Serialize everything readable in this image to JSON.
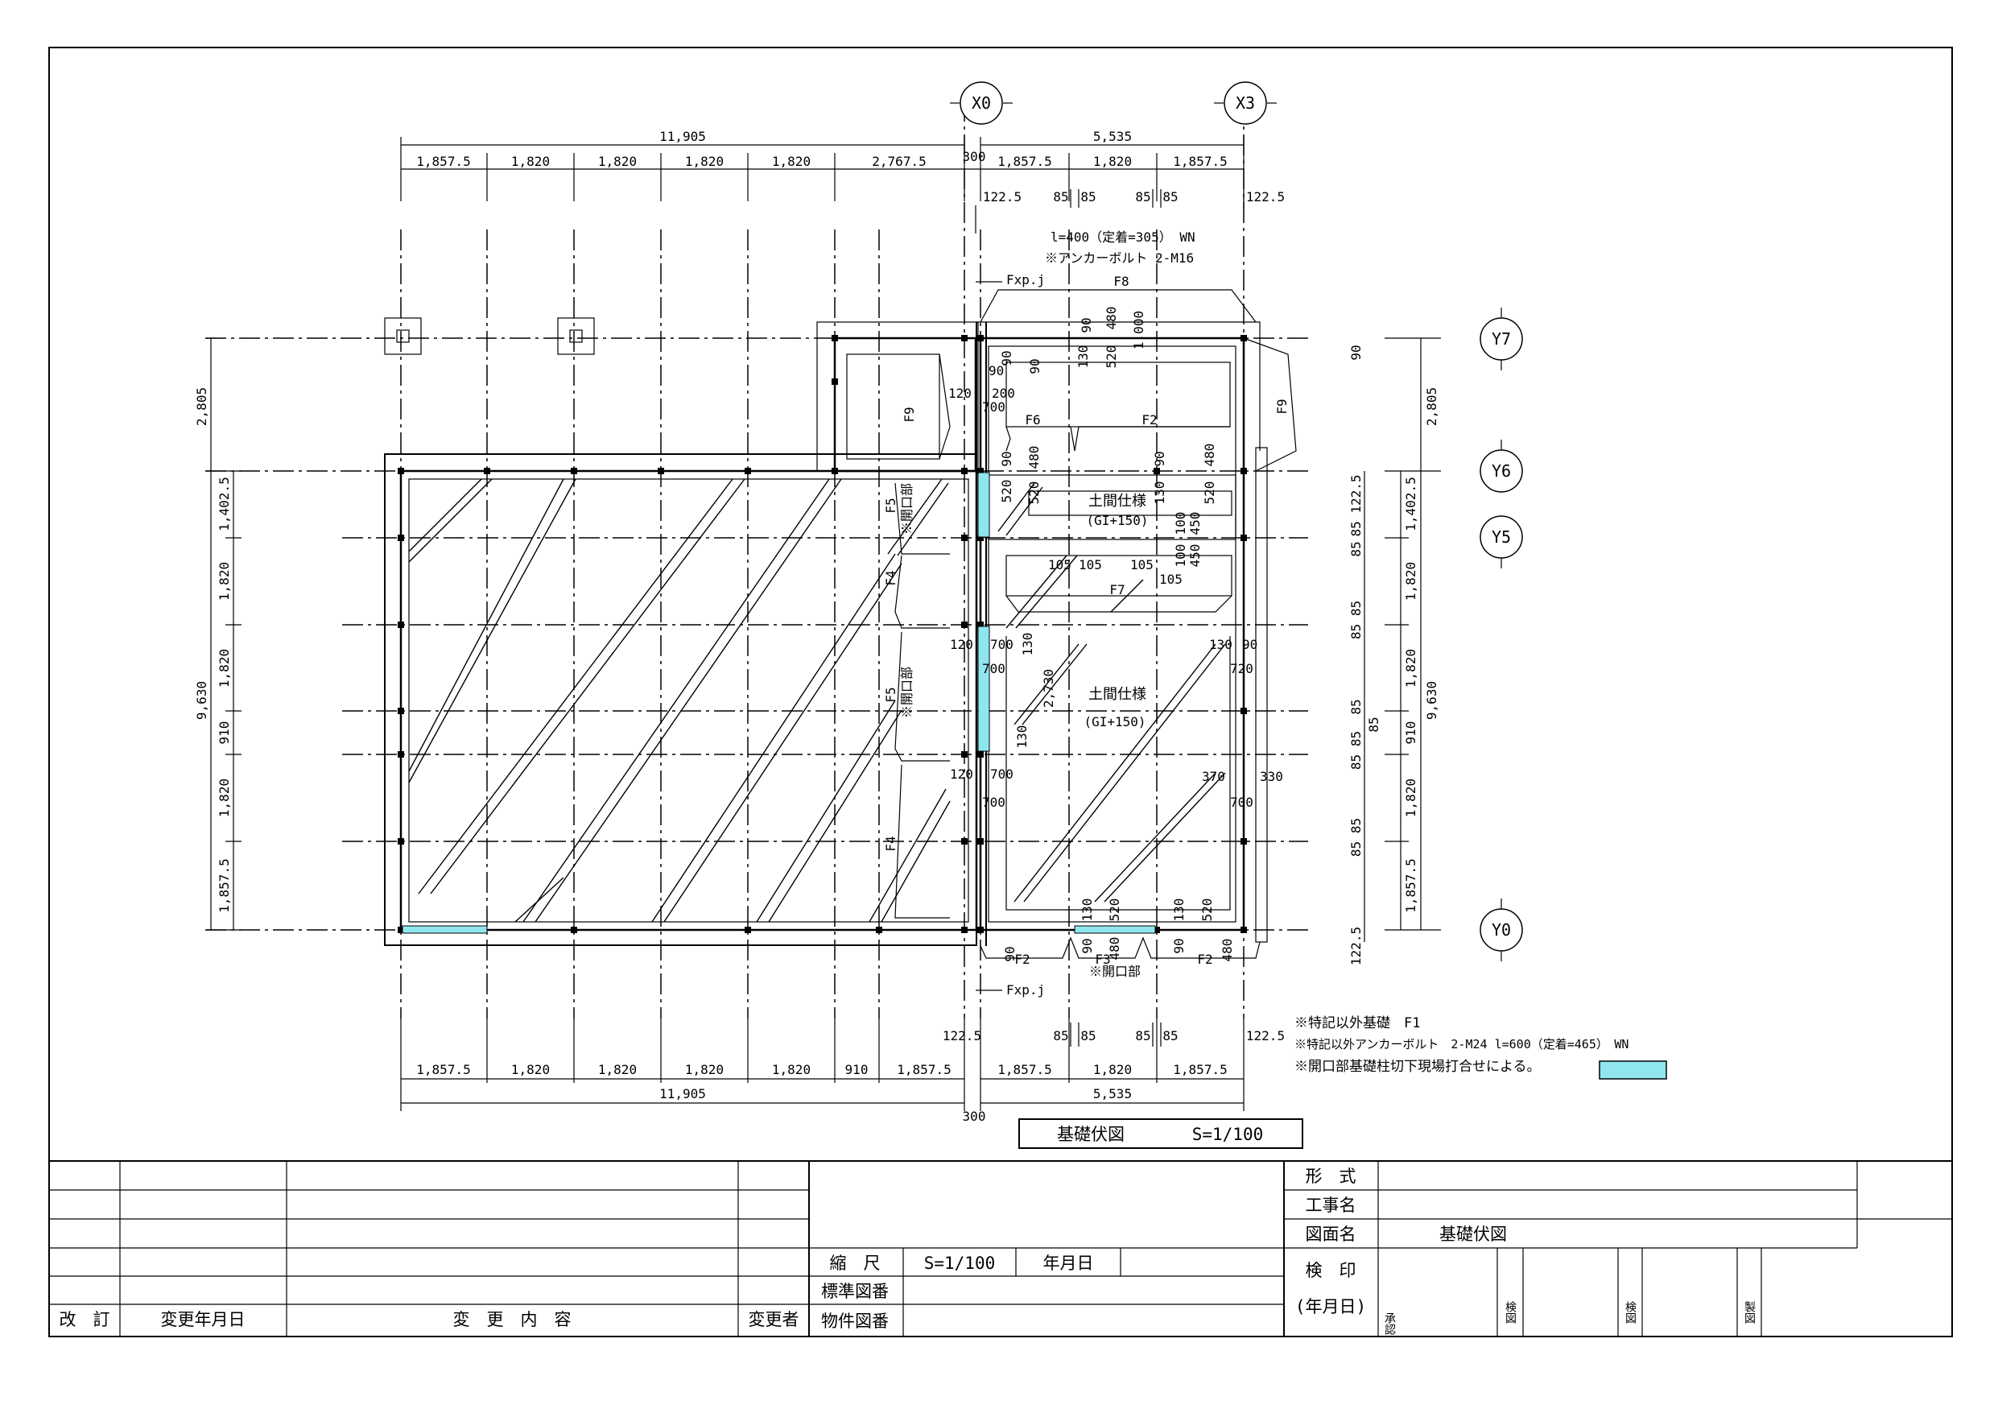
{
  "grid_labels": {
    "x0": "X0",
    "x3": "X3",
    "y7": "Y7",
    "y6": "Y6",
    "y5": "Y5",
    "y0": "Y0"
  },
  "top_dims": {
    "total_left": "11,905",
    "total_right": "5,535",
    "segments_left": [
      "1,857.5",
      "1,820",
      "1,820",
      "1,820",
      "1,820",
      "2,767.5"
    ],
    "gap": "300",
    "segments_right": [
      "1,857.5",
      "1,820",
      "1,857.5"
    ],
    "sub": [
      "122.5",
      "85",
      "85",
      "85",
      "85",
      "122.5"
    ]
  },
  "bottom_dims": {
    "segments_left": [
      "1,857.5",
      "1,820",
      "1,820",
      "1,820",
      "1,820",
      "910",
      "1,857.5"
    ],
    "segments_right": [
      "1,857.5",
      "1,820",
      "1,857.5"
    ],
    "total_left": "11,905",
    "total_right": "5,535",
    "gap": "300",
    "sub": [
      "122.5",
      "85",
      "85",
      "85",
      "85",
      "122.5"
    ]
  },
  "left_dims": {
    "top": "2,805",
    "total": "9,630",
    "segments": [
      "1,402.5",
      "1,820",
      "1,820",
      "910",
      "1,820",
      "1,857.5"
    ]
  },
  "right_dims": {
    "top": "2,805",
    "total": "9,630",
    "segments": [
      "1,402.5",
      "1,820",
      "1,820",
      "910",
      "1,820",
      "1,857.5"
    ],
    "inner": [
      "90",
      "85 122.5",
      "85",
      "85 85",
      "85",
      "85 85",
      "85 85",
      "122.5"
    ],
    "side": "85"
  },
  "notes": {
    "anchor_top": "l=400（定着=305） WN",
    "anchor_top2": "※アンカーボルト 2-M16",
    "fxpj": "Fxp.j",
    "n1": "※特記以外基礎　F1",
    "n2": "※特記以外アンカーボルト　2-M24 l=600（定着=465）　WN",
    "n3": "※開口部基礎柱切下現場打合せによる。"
  },
  "labels": {
    "f2": "F2",
    "f3": "F3",
    "f4": "F4",
    "f5": "F5",
    "f6": "F6",
    "f7": "F7",
    "f8": "F8",
    "f9": "F9",
    "doma": "土間仕様",
    "gl": "(GI+150)",
    "opening": "※開口部"
  },
  "inner_dims": [
    "120",
    "200",
    "700",
    "90",
    "90",
    "130",
    "480",
    "520",
    "1,000",
    "90",
    "130",
    "520",
    "480",
    "105",
    "105",
    "105",
    "100",
    "450",
    "450",
    "105",
    "120",
    "700",
    "130",
    "2,730",
    "130",
    "120",
    "700",
    "700",
    "370",
    "330",
    "700",
    "130",
    "90",
    "720",
    "130",
    "520",
    "90",
    "480",
    "130",
    "520",
    "90",
    "480",
    "90"
  ],
  "drawing_title": "基礎伏図",
  "drawing_scale": "S=1/100",
  "title_block": {
    "revision": "改　訂",
    "revision_date": "変更年月日",
    "revision_content": "変　更　内　容",
    "changer": "変更者",
    "scale_label": "縮　尺",
    "scale_value": "S=1/100",
    "date_label": "年月日",
    "std_drawing_no": "標準図番",
    "project_drawing_no": "物件図番",
    "type_label": "形　式",
    "project_name_label": "工事名",
    "drawing_name_label": "図面名",
    "drawing_name_value": "基礎伏図",
    "inspection_label": "検　印",
    "date_paren": "(年月日)",
    "approval": "承認",
    "check1": "検図",
    "check2": "検図",
    "drafting": "製図"
  },
  "colors": {
    "highlight": "#8fe6ee",
    "line": "#000000"
  }
}
